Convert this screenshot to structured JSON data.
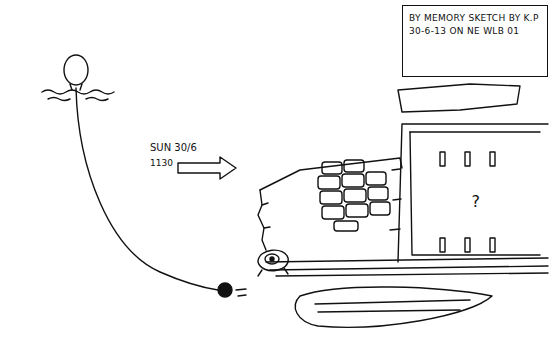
{
  "diagram": {
    "nodes": [
      {
        "text": [
          "BY MEMORY SKETCH BY K.P 30-6-13 ON NE WLB 01"
        ]
      },
      {
        "text": [
          "?"
        ]
      }
    ],
    "labels": [
      "SUN 30/6",
      "1130"
    ]
  }
}
